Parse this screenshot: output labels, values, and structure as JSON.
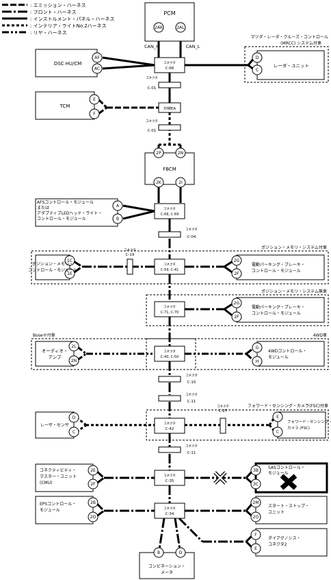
{
  "legend": [
    {
      "label": ": エミッション・ハーネス"
    },
    {
      "label": ": フロント・ハーネス"
    },
    {
      "label": ": インストルメント・パネル・ハーネス"
    },
    {
      "label": ": インテリア・ライトNo.2ハーネス"
    },
    {
      "label": ": リヤ・ハーネス"
    }
  ],
  "modules": {
    "pcm": "PCM",
    "dsc": "DSC HU/CM",
    "tcm": "TCM",
    "fbcm": "FBCM",
    "afs": [
      "AFSコントロール・モジュール",
      "または",
      "アダプティブLEDヘッド・ライト・",
      "コントロール・モジュール"
    ],
    "posLeft": [
      "ポジション・メモリ・",
      "コントロール・モジュール"
    ],
    "epbR1": [
      "電動パーキング・ブレーキ・",
      "コントロール・モジュール"
    ],
    "epbR2": [
      "電動パーキング・ブレーキ・",
      "コントロール・モジュール"
    ],
    "audio": [
      "オーディオ・",
      "アンプ"
    ],
    "fwd": [
      "4WDコントロール・",
      "モジュール"
    ],
    "laser": "レーザ・センサ",
    "fsc": [
      "フォワード・センシング・",
      "カメラ (FSC)"
    ],
    "cmu": [
      "コネクティビティ・",
      "マスター・ユニット",
      "(CMU)"
    ],
    "sas": [
      "SASコントロール・",
      "モジュール"
    ],
    "eps": [
      "EPSコントロール・",
      "モジュール"
    ],
    "ss": [
      "スタート・ストップ・",
      "ユニット"
    ],
    "dlc": [
      "ダイアグノシス・",
      "コネクタ2"
    ],
    "combi": [
      "コンビネーション・",
      "メータ"
    ],
    "radar": "レーダ・ユニット"
  },
  "hubs": {
    "c66": [
      "コネクタ",
      "C-66"
    ],
    "junc": "分岐EA",
    "c68": [
      "コネクタ",
      "C-68, C-69"
    ],
    "c59": [
      "コネクタ",
      "C-59, C-41"
    ],
    "c71": [
      "コネクタ",
      "C-71, C-70"
    ],
    "c40": [
      "コネクタ",
      "C-40, C-50"
    ],
    "c42": [
      "コネクタ",
      "C-42"
    ],
    "c35": [
      "コネクタ",
      "C-35"
    ],
    "c34": [
      "コネクタ",
      "C-34"
    ]
  },
  "inlineConnectors": {
    "c01a": [
      "コネクタ",
      "C-01"
    ],
    "c01b": [
      "コネクタ",
      "C-01"
    ],
    "c04": [
      "コネクタ",
      "C-04"
    ],
    "c10": [
      "コネクタ",
      "C-10"
    ],
    "c11a": [
      "コネクタ",
      "C-11"
    ],
    "c11b": [
      "コネクタ",
      "C-11"
    ],
    "c19": [
      "コネクタ",
      "C-19"
    ],
    "c27": [
      "コネクタ",
      "C-27"
    ]
  },
  "pins": {
    "pcmL": "2AK",
    "pcmR": "2AL",
    "dscA": "AF",
    "dscB": "AC",
    "tcmA": "E",
    "tcmB": "F",
    "fbcmT1": "2P",
    "fbcmT2": "2N",
    "fbcmB1": "2K",
    "fbcmB2": "2I",
    "afsA": "A",
    "afsB": "B",
    "posA": "1C",
    "posB": "1E",
    "epb1A": "2G",
    "epb1B": "2F",
    "epb2A": "2G",
    "epb2B": "2F",
    "audA": "2L",
    "audB": "2N",
    "fwdA": "G",
    "fwdB": "H",
    "lasA": "D",
    "lasB": "C",
    "fscA": "E",
    "fscB": "C",
    "cmuA": "2E",
    "cmuB": "2F",
    "sasA": "3B",
    "sasB": "3C",
    "epsA": "2B",
    "epsB": "2D",
    "ssA": "2M",
    "ssB": "2O",
    "dlcA": "F",
    "dlcB": "E",
    "combA": "B",
    "combB": "D",
    "radA": "D",
    "radB": "C"
  },
  "labels": {
    "canH": "CAN_H",
    "canL": "CAN_L",
    "radarNote": [
      "マツダ・レーダ・クルーズ・コントロール",
      "(MRCC) システム付車"
    ],
    "posNote": "ポジション・メモリ・システム付車",
    "posNote2": "ポジション・メモリ・システム無車",
    "boseNote": "Bose®付車",
    "fwdNote": "4WD車",
    "fscNote": "フォワード・センシング・カメラ(FSC)付車"
  }
}
